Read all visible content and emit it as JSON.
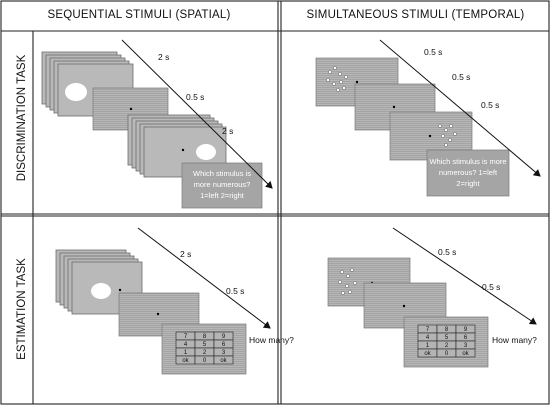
{
  "headers": {
    "col1": "SEQUENTIAL STIMULI (SPATIAL)",
    "col2": "SIMULTANEOUS STIMULI (TEMPORAL)",
    "row1": "DISCRIMINATION TASK",
    "row2": "ESTIMATION TASK"
  },
  "timing": {
    "q1": [
      "2 s",
      "0.5 s",
      "2 s"
    ],
    "q2": [
      "0.5 s",
      "0.5 s",
      "0.5 s"
    ],
    "q3": [
      "2 s",
      "0.5 s"
    ],
    "q4": [
      "0.5 s",
      "0.5 s"
    ]
  },
  "prompts": {
    "discrimination": [
      "Which stimulus is",
      "more numerous?",
      "1=left  2=right"
    ],
    "discrimination_sim": [
      "Which stimulus is more",
      "numerous? 1=left",
      "2=right"
    ],
    "estimation": "How many?"
  },
  "keypad": [
    [
      "7",
      "8",
      "9"
    ],
    [
      "4",
      "5",
      "6"
    ],
    [
      "1",
      "2",
      "3"
    ],
    [
      "ok",
      "0",
      "ok"
    ]
  ],
  "colors": {
    "screen": "#a9a9a9",
    "stimulus": "#ffffff",
    "line": "#111111"
  }
}
